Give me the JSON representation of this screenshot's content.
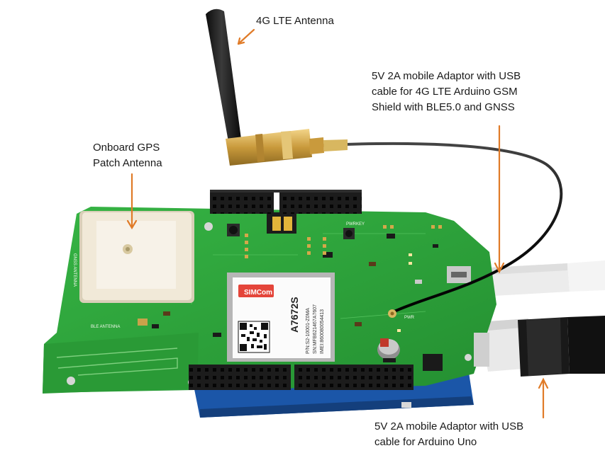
{
  "labels": {
    "lte_antenna": "4G LTE Antenna",
    "gps_antenna": "Onboard GPS\nPatch Antenna",
    "gsm_shield_power": "5V 2A mobile Adaptor with USB\ncable for 4G LTE Arduino GSM\nShield with BLE5.0 and GNSS",
    "uno_power": "5V 2A mobile Adaptor with USB\ncable for Arduino Uno"
  },
  "board": {
    "module_brand": "SIMCom",
    "module_model": "A7672S",
    "module_pn": "P/N:S2-10001-Z0MA",
    "module_sn": "SN:MFB621467A7607",
    "module_imei": "IMEI:860080054413",
    "ble_silk": "BLE ANTENNA",
    "gnss_silk": "GNSS ANTENNA",
    "pwrkey_silk": "PWRKEY",
    "pwr_silk": "PWR"
  },
  "colors": {
    "pcb": "#2fa43a",
    "arrow": "#e07b28",
    "header": "#1c1c1c",
    "patch": "#f1e9d8"
  }
}
